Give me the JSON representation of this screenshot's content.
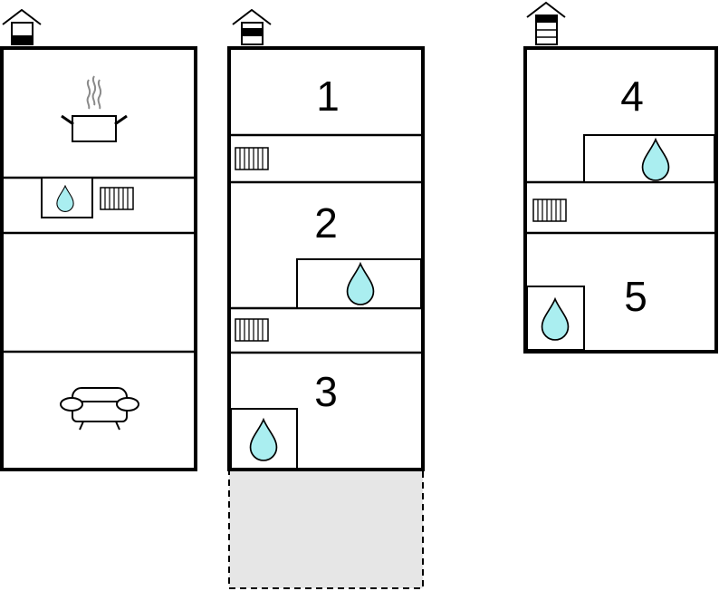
{
  "floors": [
    {
      "level_indicator": "ground",
      "rooms": [
        {
          "kind": "kitchen",
          "icons": [
            "cooking-pot-icon"
          ]
        },
        {
          "kind": "bathroom",
          "icons": [
            "water-drop-icon",
            "radiator-icon"
          ]
        },
        {
          "kind": "room",
          "icons": []
        },
        {
          "kind": "living-room",
          "icons": [
            "sofa-icon"
          ]
        }
      ]
    },
    {
      "level_indicator": "first",
      "rooms": [
        {
          "label": "1",
          "kind": "bedroom"
        },
        {
          "kind": "hallway",
          "icons": [
            "radiator-icon"
          ]
        },
        {
          "label": "2",
          "kind": "bedroom",
          "icons": [
            "water-drop-icon"
          ]
        },
        {
          "kind": "hallway",
          "icons": [
            "radiator-icon"
          ]
        },
        {
          "label": "3",
          "kind": "bedroom",
          "icons": [
            "water-drop-icon"
          ]
        },
        {
          "kind": "open-area",
          "style": "dashed"
        }
      ]
    },
    {
      "level_indicator": "second",
      "rooms": [
        {
          "label": "4",
          "kind": "bedroom",
          "icons": [
            "water-drop-icon"
          ]
        },
        {
          "kind": "hallway",
          "icons": [
            "radiator-icon"
          ]
        },
        {
          "label": "5",
          "kind": "bedroom",
          "icons": [
            "water-drop-icon"
          ]
        }
      ]
    }
  ],
  "colors": {
    "wall": "#000000",
    "water": "#aaeef0",
    "open_area_fill": "#e6e6e6",
    "steam": "#8a8a8a"
  }
}
